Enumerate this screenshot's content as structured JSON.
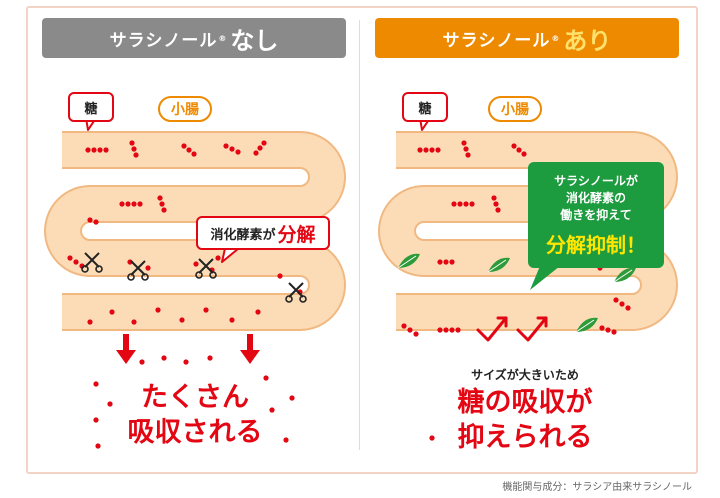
{
  "left": {
    "header": {
      "name": "サラシノール",
      "reg": "®",
      "tag": "なし"
    },
    "sugar_label": "糖",
    "intestine_label": "小腸",
    "enzyme_callout": {
      "text": "消化酵素が",
      "emphasis": "分解"
    },
    "result_lines": [
      "たくさん",
      "吸収される"
    ]
  },
  "right": {
    "header": {
      "name": "サラシノール",
      "reg": "®",
      "tag": "あり"
    },
    "sugar_label": "糖",
    "intestine_label": "小腸",
    "inhibit_box": {
      "lines": [
        "サラシノールが",
        "消化酵素の",
        "働きを抑えて"
      ],
      "emphasis": "分解抑制！"
    },
    "sub_caption": "サイズが大きいため",
    "result_lines": [
      "糖の吸収が",
      "抑えられる"
    ]
  },
  "footnote": "機能関与成分：サラシア由来サラシノール",
  "colors": {
    "intestine_fill": "#fbdcb6",
    "intestine_border": "#f1b881",
    "sugar_red": "#e30613",
    "off_header": "#8a8a8a",
    "on_header": "#ee8a00",
    "leaf_green": "#2e9b3a",
    "box_green": "#1c9b3f"
  },
  "icons": [
    "scissors-icon",
    "leaf-icon",
    "check-arrow-icon",
    "down-arrow-icon"
  ]
}
